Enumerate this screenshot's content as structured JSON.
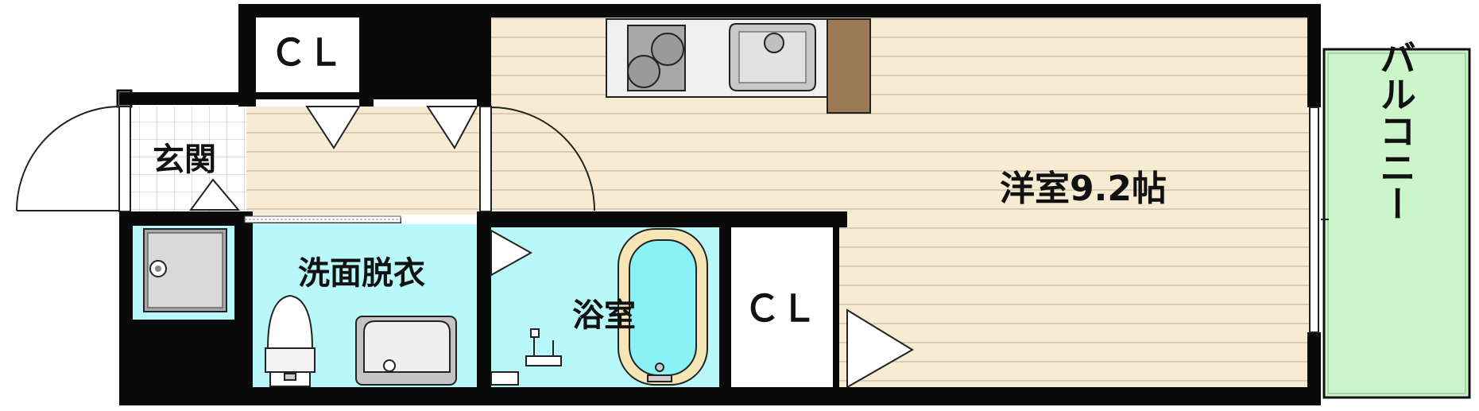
{
  "floorplan": {
    "rooms": {
      "closet_top": "ＣＬ",
      "entrance": "玄関",
      "washroom": "洗面脱衣",
      "bathroom": "浴室",
      "closet_mid": "ＣＬ",
      "western_room": "洋室9.2帖",
      "balcony": "バルコニー"
    },
    "colors": {
      "wall": "#0a0a0a",
      "floor_wood": "#f7ecd3",
      "floor_stripe": "#d8cdb4",
      "wet_area": "#b9f8f8",
      "balcony": "#cdf5cc",
      "bathtub_water": "#8af2f6",
      "bathtub_rim": "#f6e6b6",
      "kitchen_brown": "#9b7a55",
      "appliance_gray": "#a8a8a8"
    }
  }
}
